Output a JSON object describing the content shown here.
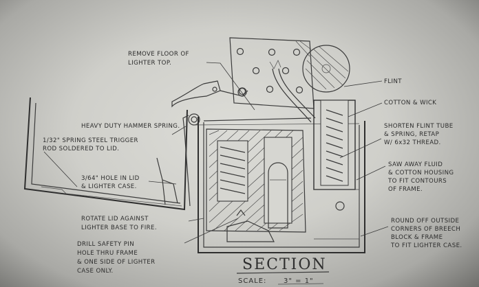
{
  "drawing": {
    "title": "SECTION",
    "scale_label": "SCALE:",
    "scale_value": "3\" = 1\"",
    "labels": {
      "remove_floor": [
        "REMOVE FLOOR OF",
        "LIGHTER TOP."
      ],
      "flint": [
        "FLINT"
      ],
      "cotton_wick": [
        "COTTON & WICK"
      ],
      "hammer_spring": [
        "HEAVY DUTY HAMMER SPRING."
      ],
      "spring_steel": [
        "1/32\" SPRING STEEL TRIGGER",
        "ROD SOLDERED TO LID."
      ],
      "shorten_flint": [
        "SHORTEN FLINT TUBE",
        "& SPRING, RETAP",
        "W/ 6x32 THREAD."
      ],
      "hole_in_lid": [
        "3/64\" HOLE IN LID",
        "& LIGHTER CASE."
      ],
      "saw_away": [
        "SAW AWAY FLUID",
        "& COTTON HOUSING",
        "TO FIT CONTOURS",
        "OF FRAME."
      ],
      "rotate_lid": [
        "ROTATE LID AGAINST",
        "LIGHTER BASE TO FIRE."
      ],
      "round_off": [
        "ROUND OFF OUTSIDE",
        "CORNERS OF BREECH",
        "BLOCK & FRAME",
        "TO FIT LIGHTER CASE."
      ],
      "drill_safety": [
        "DRILL SAFETY PIN",
        "HOLE THRU FRAME",
        "& ONE SIDE OF LIGHTER",
        "CASE ONLY."
      ]
    }
  }
}
